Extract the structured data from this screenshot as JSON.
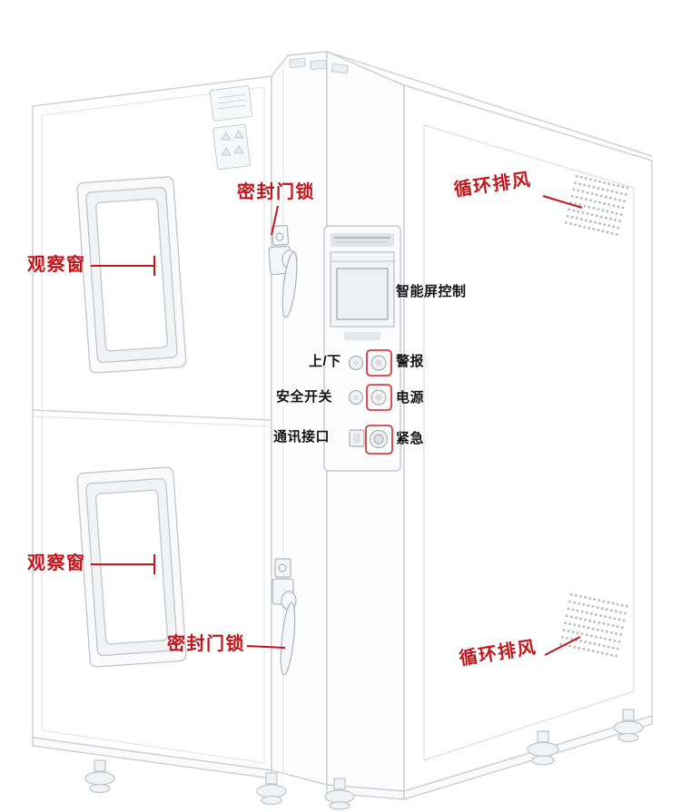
{
  "colors": {
    "background": "#ffffff",
    "label_red": "#c0161c",
    "label_black": "#141414",
    "leader_line_red": "#c0161c",
    "highlight_box_red": "#d2232a",
    "line_art_gray": "#cfd1d6"
  },
  "labels": {
    "observation_window_upper": "观察窗",
    "observation_window_lower": "观察窗",
    "door_lock_upper": "密封门锁",
    "door_lock_lower": "密封门锁",
    "circulating_exhaust_upper": "循环排风",
    "circulating_exhaust_lower": "循环排风",
    "smart_screen_control": "智能屏控制",
    "up_down": "上/下",
    "alarm": "警报",
    "safety_switch": "安全开关",
    "power": "电源",
    "communication_port": "通讯接口",
    "emergency": "紧急"
  }
}
